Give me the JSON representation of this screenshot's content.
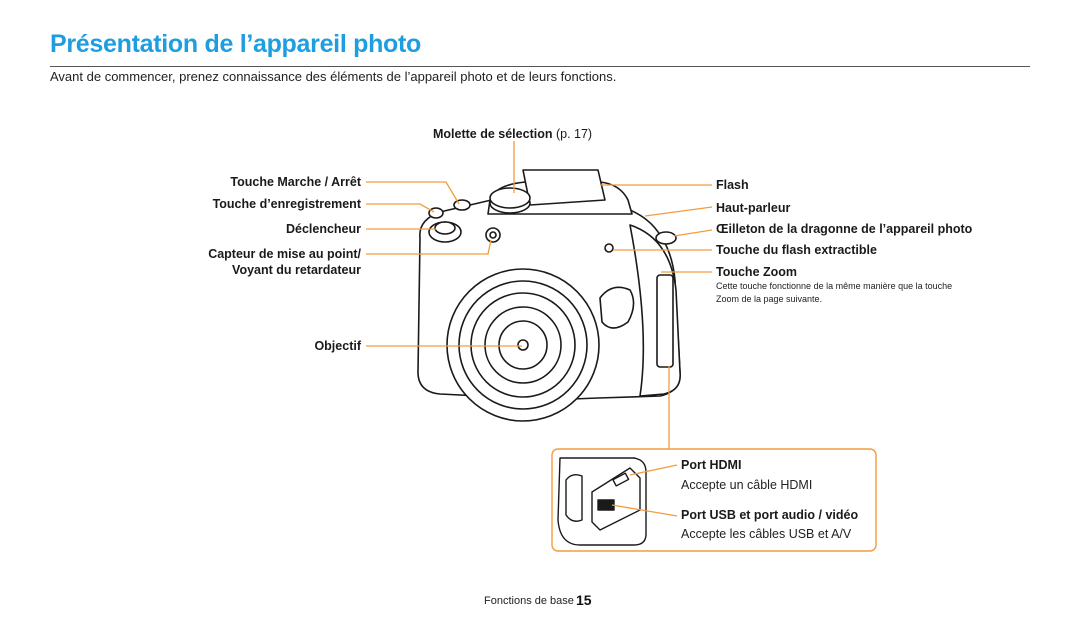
{
  "header": {
    "title": "Présentation de l’appareil photo",
    "intro": "Avant de commencer, prenez connaissance des éléments de l’appareil photo et de leurs fonctions."
  },
  "labels": {
    "dial": "Molette de sélection",
    "dial_page": "(p. 17)",
    "power": "Touche Marche / Arrêt",
    "record": "Touche d’enregistrement",
    "shutter": "Déclencheur",
    "af_sensor_1": "Capteur de mise au point/",
    "af_sensor_2": "Voyant du retardateur",
    "lens": "Objectif",
    "flash": "Flash",
    "speaker": "Haut-parleur",
    "strap": "Œilleton de la dragonne de l’appareil photo",
    "flash_button": "Touche du flash extractible",
    "zoom": "Touche Zoom",
    "zoom_note": "Cette touche fonctionne de la même manière que la touche Zoom de la page suivante."
  },
  "inset": {
    "hdmi_title": "Port HDMI",
    "hdmi_desc": "Accepte un câble HDMI",
    "usb_title": "Port USB et port audio / vidéo",
    "usb_desc": "Accepte les câbles USB et A/V"
  },
  "footer": {
    "section": "Fonctions de base",
    "page": "15"
  },
  "colors": {
    "accent": "#1e9ee0",
    "leader": "#f39c3c"
  }
}
